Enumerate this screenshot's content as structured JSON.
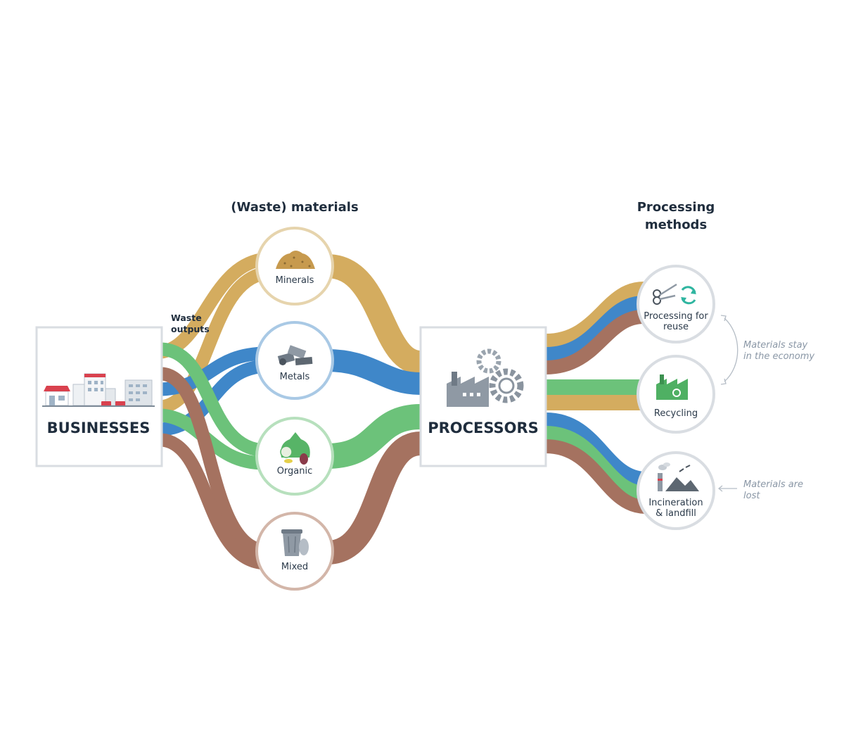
{
  "headings": {
    "materials": "(Waste) materials",
    "methods_line1": "Processing",
    "methods_line2": "methods"
  },
  "businesses": {
    "label": "BUSINESSES"
  },
  "processors": {
    "label": "PROCESSORS"
  },
  "waste_outputs": {
    "line1": "Waste",
    "line2": "outputs"
  },
  "materials": [
    {
      "label": "Minerals",
      "color": "#d4ac5f",
      "icon": "minerals-pile-icon"
    },
    {
      "label": "Metals",
      "color": "#3f87c9",
      "icon": "metal-scrap-icon"
    },
    {
      "label": "Organic",
      "color": "#6cc27a",
      "icon": "organic-waste-bag-icon"
    },
    {
      "label": "Mixed",
      "color": "#a57260",
      "icon": "trash-can-icon"
    }
  ],
  "methods": [
    {
      "line1": "Processing for",
      "line2": "reuse",
      "icon": "scissors-reuse-icon"
    },
    {
      "line1": "Recycling",
      "line2": "",
      "icon": "recycling-factory-icon"
    },
    {
      "line1": "Incineration",
      "line2": "& landfill",
      "icon": "incinerator-landfill-icon"
    }
  ],
  "notes": {
    "stay_line1": "Materials stay",
    "stay_line2": "in the economy",
    "lost_line1": "Materials are",
    "lost_line2": "lost"
  },
  "colors": {
    "minerals": "#d4ac5f",
    "metals": "#3f87c9",
    "organic": "#6cc27a",
    "mixed": "#a57260",
    "border": "#d9dde2",
    "text": "#1f2d3d"
  }
}
